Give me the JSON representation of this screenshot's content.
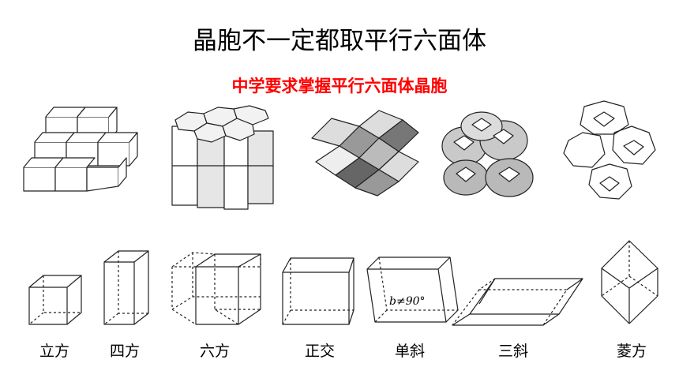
{
  "slide": {
    "title": "晶胞不一定都取平行六面体",
    "subtitle": "中学要求掌握平行六面体晶胞"
  },
  "colors": {
    "subtitle": "#ff0000",
    "line": "#222222",
    "face_light": "#ffffff",
    "face_gray": "#b5b5b5",
    "face_dark": "#6e6e6e"
  },
  "cell_labels": [
    "立方",
    "四方",
    "六方",
    "正交",
    "单斜",
    "三斜",
    "菱方"
  ],
  "annotation": "b≠90°"
}
